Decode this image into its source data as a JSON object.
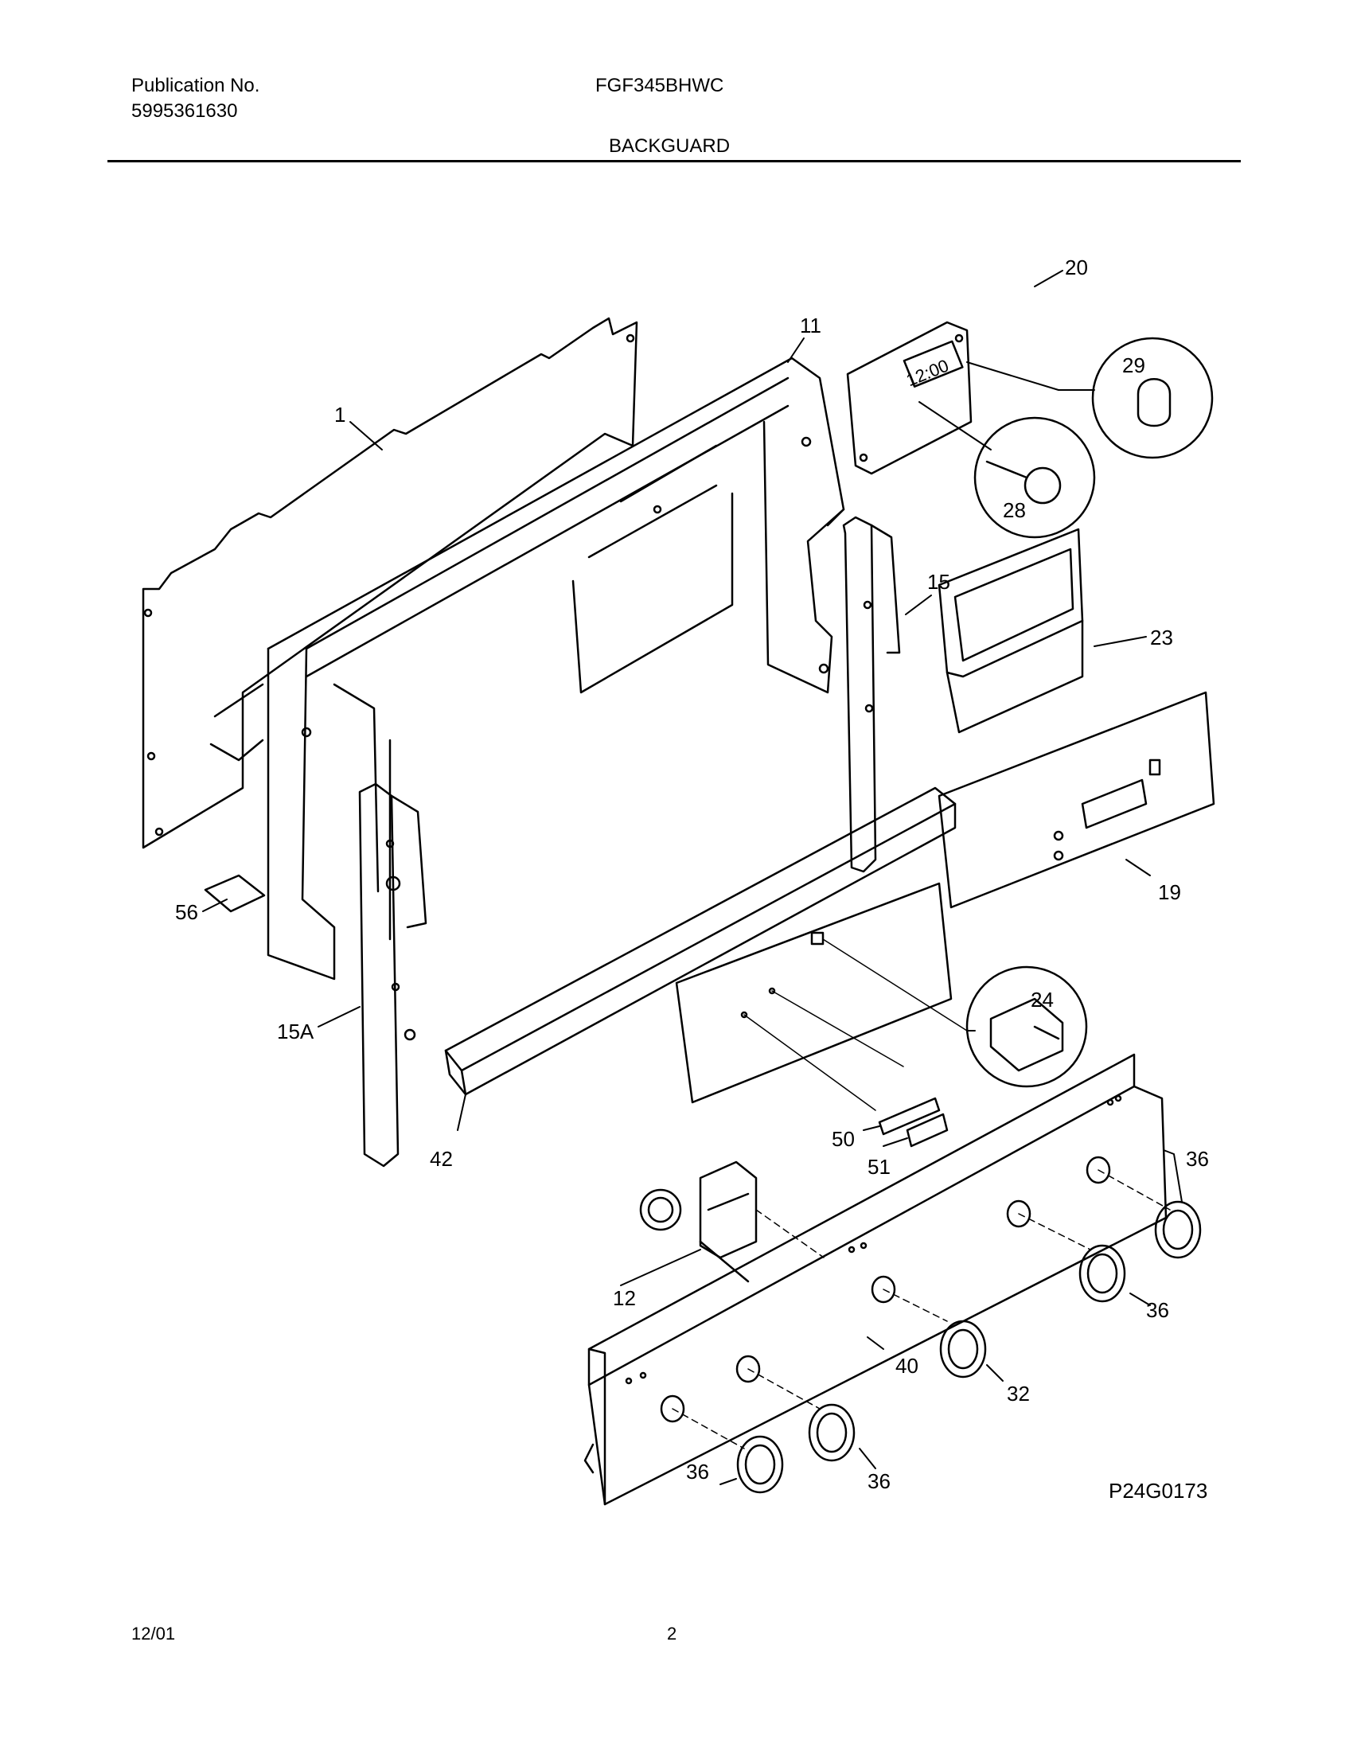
{
  "header": {
    "publication_label": "Publication No.",
    "publication_number": "5995361630",
    "model": "FGF345BHWC",
    "section_title": "BACKGUARD"
  },
  "diagram": {
    "clock_display": "12:00",
    "callouts": {
      "p1": "1",
      "p11": "11",
      "p20": "20",
      "p29": "29",
      "p28": "28",
      "p15": "15",
      "p23": "23",
      "p19": "19",
      "p56": "56",
      "p15a": "15A",
      "p42": "42",
      "p24": "24",
      "p50": "50",
      "p51": "51",
      "p36a": "36",
      "p36b": "36",
      "p12": "12",
      "p40": "40",
      "p32": "32",
      "p36c": "36",
      "p36d": "36"
    },
    "figure_code": "P24G0173"
  },
  "footer": {
    "date": "12/01",
    "page": "2"
  }
}
